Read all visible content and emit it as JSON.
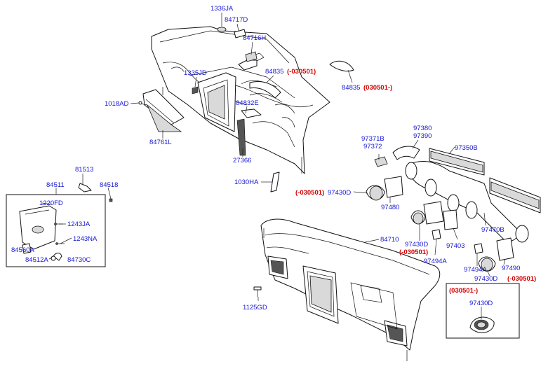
{
  "labels": {
    "l1336ja": "1336JA",
    "l84717d": "84717D",
    "l84716h": "84716H",
    "l1335jd": "1335JD",
    "l84835a": "84835",
    "l84835a_note": "(-030501)",
    "l84835b": "84835",
    "l84835b_note": "(030501-)",
    "l1018ad": "1018AD",
    "l84832e": "84832E",
    "l84761l": "84761L",
    "l27366": "27366",
    "l1030ha": "1030HA",
    "l97380": "97380",
    "l97390": "97390",
    "l97371b": "97371B",
    "l97372": "97372",
    "l97350b": "97350B",
    "l81513": "81513",
    "l84511": "84511",
    "l84518": "84518",
    "l1220fd": "1220FD",
    "l1243ja": "1243JA",
    "l1243na": "1243NA",
    "l84560a": "84560A",
    "l84512a": "84512A",
    "l84730c": "84730C",
    "l97430d_a_note": "(-030501)",
    "l97430d_a": "97430D",
    "l97480": "97480",
    "l84710": "84710",
    "l97430d_b": "97430D",
    "l97430d_b_note": "(-030501)",
    "l97494a_a": "97494A",
    "l97403": "97403",
    "l97470b": "97470B",
    "l97494a_b": "97494A",
    "l97490": "97490",
    "l97430d_c": "97430D",
    "l97430d_c_note": "(-030501)",
    "l030501": "(030501-)",
    "l97430d_d": "97430D",
    "l1125gd": "1125GD"
  },
  "colors": {
    "part_label": "#1515d6",
    "date_note": "#d40000",
    "line": "#111111"
  }
}
